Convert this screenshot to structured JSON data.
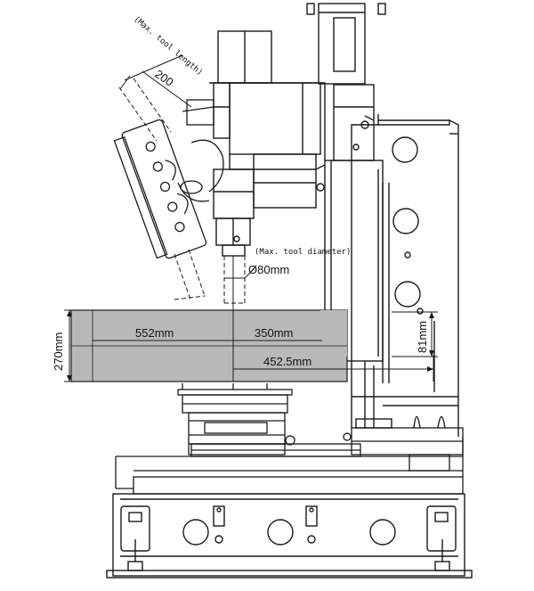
{
  "annotations": {
    "max_tool_length_caption": "(Max. tool length)",
    "max_tool_length_value": "200",
    "max_tool_diameter_caption": "(Max. tool diameter)",
    "max_tool_diameter_value": "Ø80mm",
    "dim_552": "552mm",
    "dim_350": "350mm",
    "dim_452_5": "452.5mm",
    "dim_270": "270mm",
    "dim_81": "81mm"
  },
  "colors": {
    "line": "#1a1a1a",
    "work_envelope_fill": "#b9b9b9",
    "background": "#ffffff"
  }
}
